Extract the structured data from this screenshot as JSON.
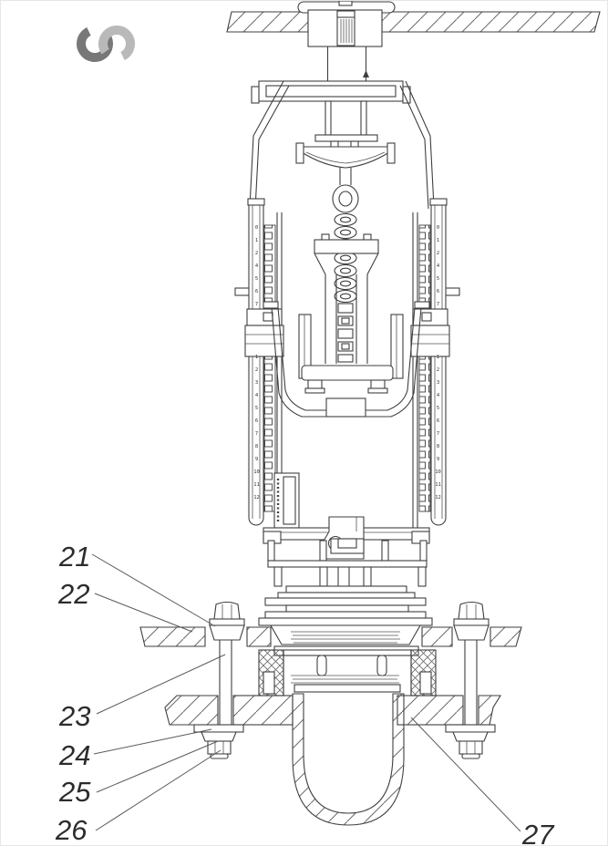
{
  "page": {
    "background_color": "#ffffff",
    "line_color": "#3f3f3f"
  },
  "logo": {
    "icon": "interlocked-loops",
    "left_loop_color": "#787878",
    "right_loop_color": "#b9b9b9"
  },
  "drawing": {
    "callouts": [
      {
        "label": "21"
      },
      {
        "label": "22"
      },
      {
        "label": "23"
      },
      {
        "label": "24"
      },
      {
        "label": "25"
      },
      {
        "label": "26"
      },
      {
        "label": "27"
      }
    ],
    "scale_numbers": {
      "upper": [
        "0",
        "1",
        "2",
        "4",
        "5",
        "6",
        "7"
      ],
      "lower": [
        "1",
        "2",
        "3",
        "4",
        "5",
        "6",
        "7",
        "8",
        "9",
        "10",
        "11",
        "12"
      ]
    }
  }
}
